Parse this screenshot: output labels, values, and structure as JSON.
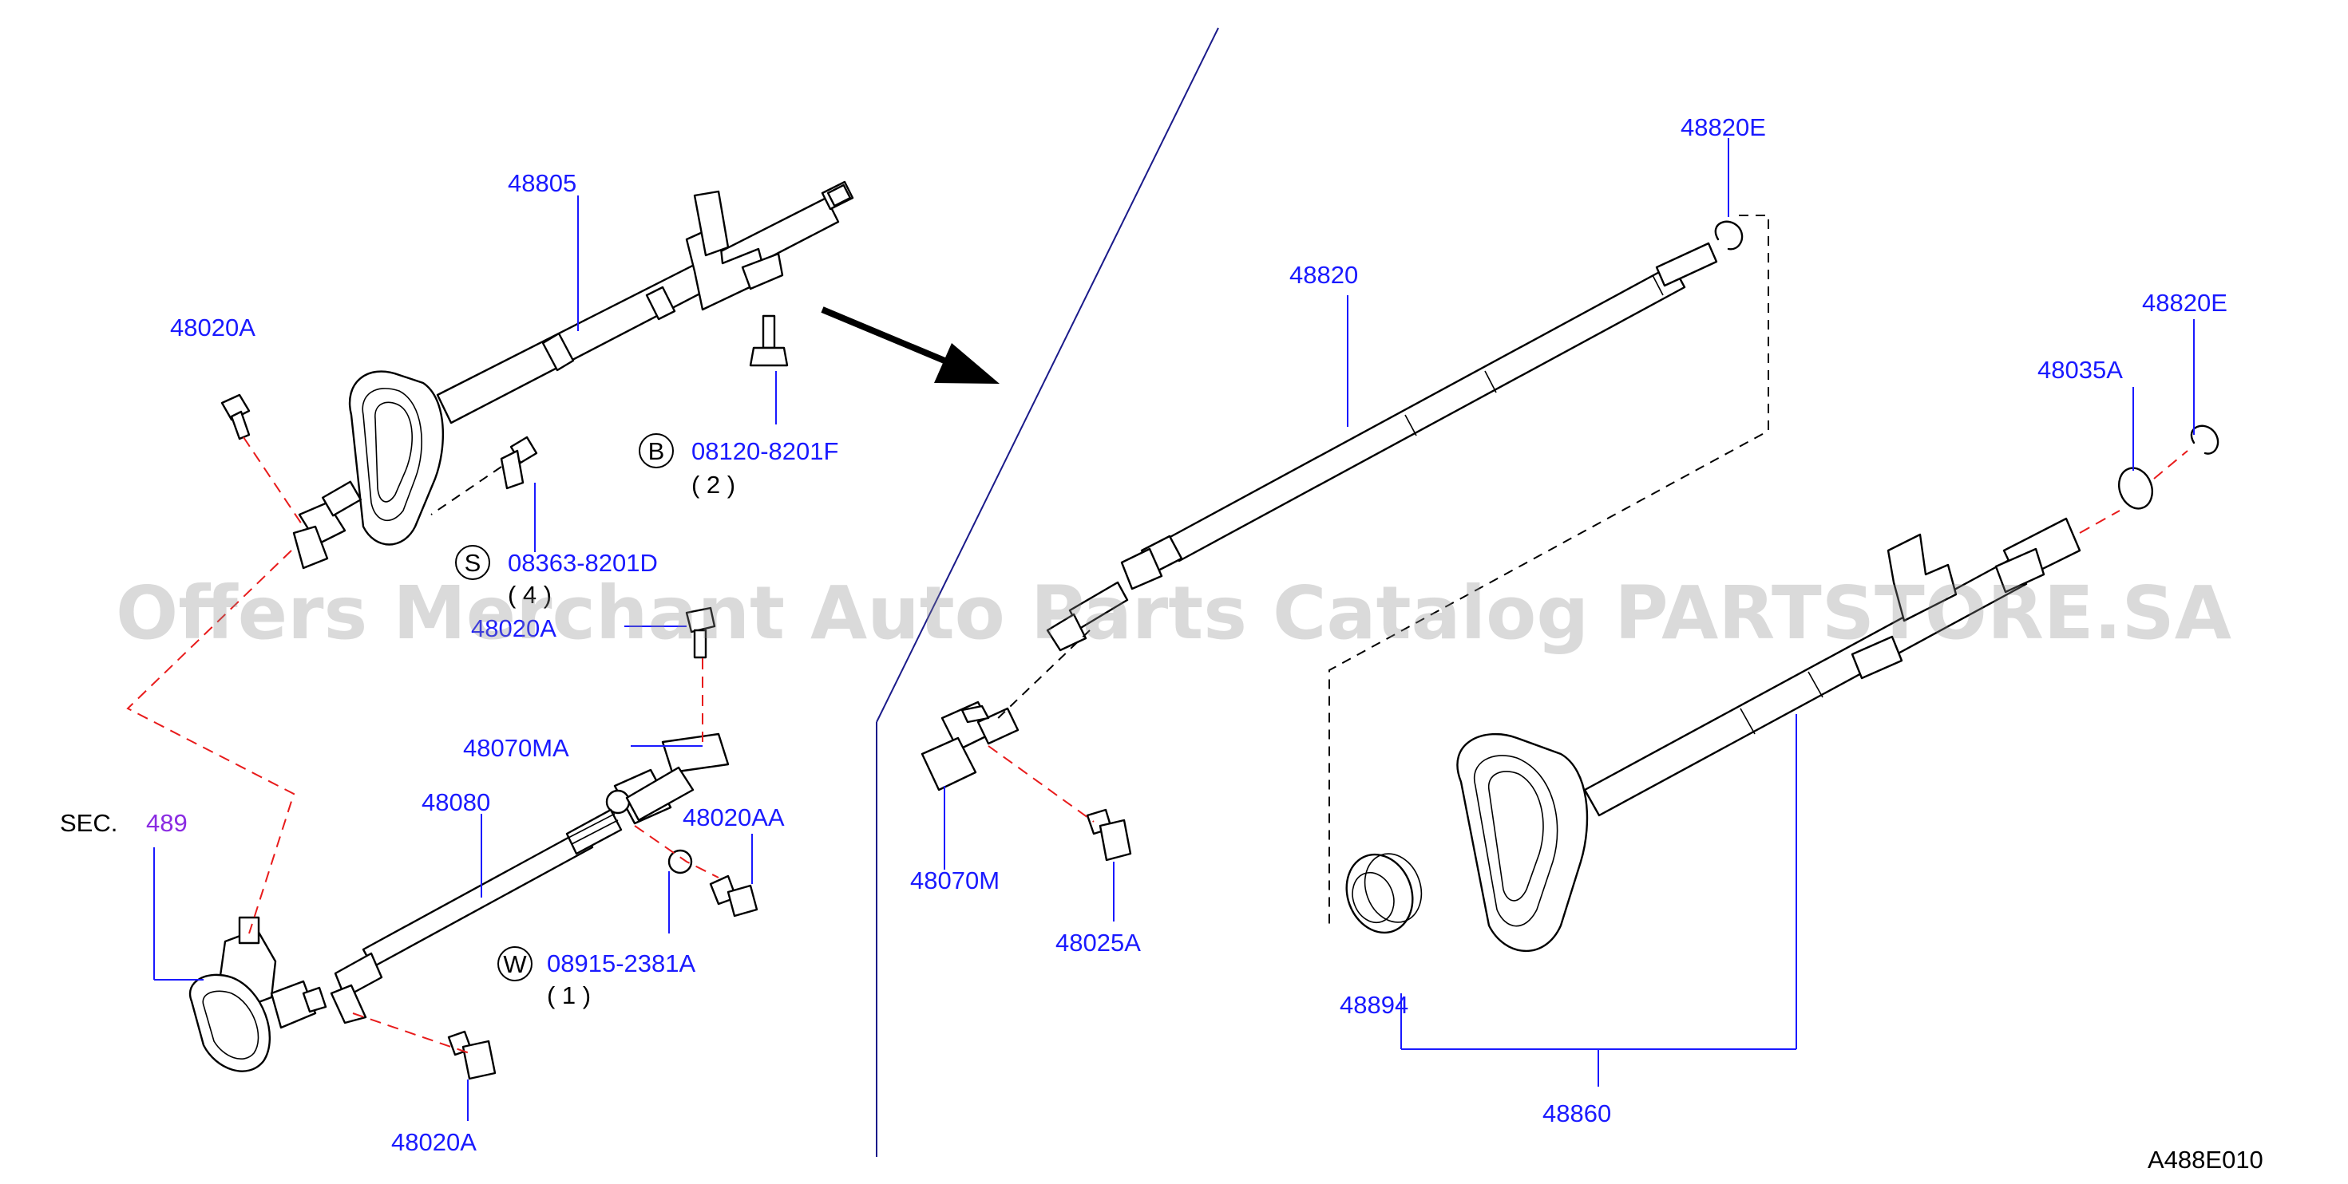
{
  "labels": {
    "p48805": "48805",
    "p48020A_top": "48020A",
    "bolt_b_code": "08120-8201F",
    "bolt_b_qty": "( 2 )",
    "bolt_s_code": "08363-8201D",
    "bolt_s_qty": "( 4 )",
    "p48020A_mid": "48020A",
    "p48070MA": "48070MA",
    "p48080": "48080",
    "p48020AA": "48020AA",
    "sec_prefix": "SEC.",
    "sec_ref": "489",
    "washer_code": "08915-2381A",
    "washer_qty": "( 1 )",
    "p48020A_bottom": "48020A",
    "p48820E_top": "48820E",
    "p48820": "48820",
    "p48820E_right": "48820E",
    "p48035A": "48035A",
    "p48070M": "48070M",
    "p48025A": "48025A",
    "p48894": "48894",
    "p48860": "48860",
    "diagram_code": "A488E010"
  },
  "callout_letters": {
    "b": "B",
    "s": "S",
    "w": "W"
  },
  "watermark": "Offers Merchant Auto Parts Catalog PARTSTORE.SA",
  "colors": {
    "part_number": "#1a1aff",
    "section_ref": "#8a2be2",
    "dashed_link": "#e81b1b",
    "ink": "#000000"
  }
}
